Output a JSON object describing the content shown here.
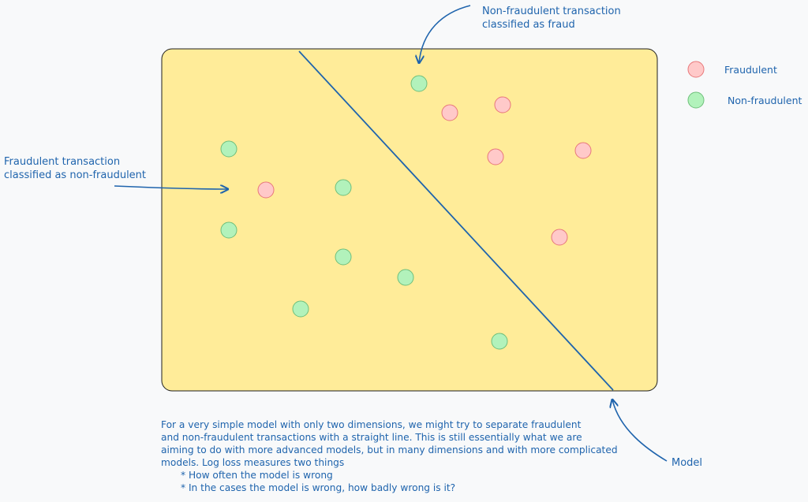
{
  "colors": {
    "fraudulent": "#ffc9c9",
    "fraudulent_stroke": "#e8787a",
    "non_fraudulent": "#b2f2bb",
    "non_fraudulent_stroke": "#6fbf7b",
    "plane_fill": "#ffec99",
    "plane_stroke": "#1e1e1e",
    "ink": "#1f64ad"
  },
  "legend": [
    {
      "label": "Fraudulent",
      "class": "fraudulent"
    },
    {
      "label": "Non-fraudulent",
      "class": "non_fraudulent"
    }
  ],
  "annotations": {
    "top_note": [
      "Non-fraudulent transaction",
      "classified as fraud"
    ],
    "left_note": [
      "Fraudulent transaction",
      "classified as non-fraudulent"
    ],
    "model_label": "Model"
  },
  "description": {
    "lines": [
      "For a very simple model with only two dimensions, we might try to separate fraudulent",
      "and non-fraudulent transactions with a straight line. This is still essentially what we are",
      "aiming to do with more advanced models, but in many dimensions and with more complicated",
      "models. Log loss measures two things"
    ],
    "bullets": [
      "* How often the model is wrong",
      "* In the cases the model is wrong, how badly wrong is it?"
    ]
  },
  "points": [
    {
      "class": "non_fraudulent"
    },
    {
      "class": "fraudulent"
    },
    {
      "class": "fraudulent"
    },
    {
      "class": "fraudulent"
    },
    {
      "class": "fraudulent"
    },
    {
      "class": "fraudulent"
    },
    {
      "class": "non_fraudulent"
    },
    {
      "class": "fraudulent"
    },
    {
      "class": "non_fraudulent"
    },
    {
      "class": "non_fraudulent"
    },
    {
      "class": "non_fraudulent"
    },
    {
      "class": "non_fraudulent"
    },
    {
      "class": "non_fraudulent"
    },
    {
      "class": "non_fraudulent"
    }
  ]
}
